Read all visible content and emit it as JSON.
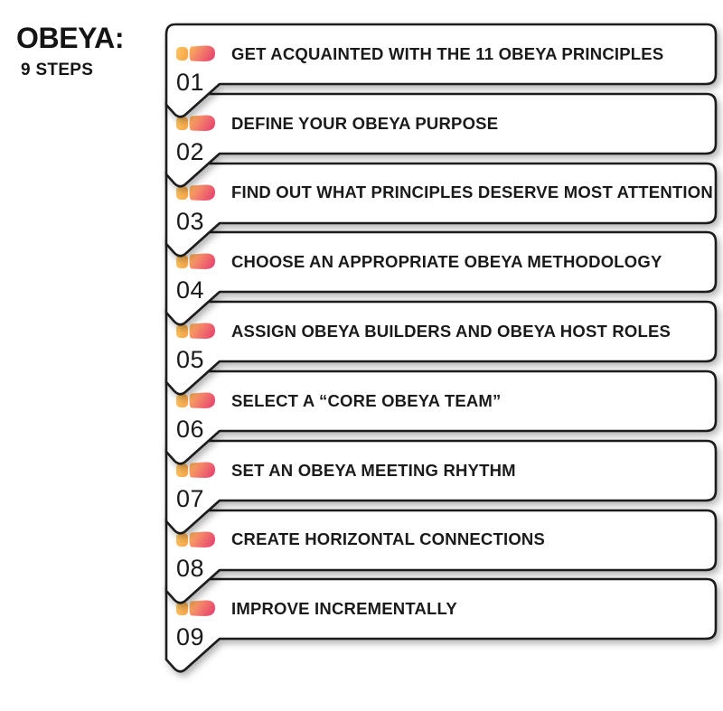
{
  "header": {
    "title": "OBEYA:",
    "subtitle": "9 STEPS"
  },
  "theme": {
    "background": "#ffffff",
    "outline": "#1a1a1a",
    "card_fill": "#ffffff",
    "text": "#1a1a1a",
    "icon_heel_color": "#f9b450",
    "icon_sole_start": "#f9a84e",
    "icon_sole_end": "#e8476e"
  },
  "steps": [
    {
      "number": "01",
      "label": "GET ACQUAINTED WITH THE 11 OBEYA PRINCIPLES",
      "icon": "footprint-icon"
    },
    {
      "number": "02",
      "label": "DEFINE YOUR OBEYA PURPOSE",
      "icon": "footprint-icon"
    },
    {
      "number": "03",
      "label": "FIND OUT WHAT PRINCIPLES DESERVE MOST ATTENTION",
      "icon": "footprint-icon"
    },
    {
      "number": "04",
      "label": "CHOOSE AN APPROPRIATE OBEYA METHODOLOGY",
      "icon": "footprint-icon"
    },
    {
      "number": "05",
      "label": "ASSIGN OBEYA BUILDERS AND OBEYA HOST ROLES",
      "icon": "footprint-icon"
    },
    {
      "number": "06",
      "label": "SELECT A “CORE OBEYA TEAM”",
      "icon": "footprint-icon"
    },
    {
      "number": "07",
      "label": "SET AN OBEYA MEETING RHYTHM",
      "icon": "footprint-icon"
    },
    {
      "number": "08",
      "label": "CREATE HORIZONTAL CONNECTIONS",
      "icon": "footprint-icon"
    },
    {
      "number": "09",
      "label": "IMPROVE INCREMENTALLY",
      "icon": "footprint-icon"
    }
  ]
}
